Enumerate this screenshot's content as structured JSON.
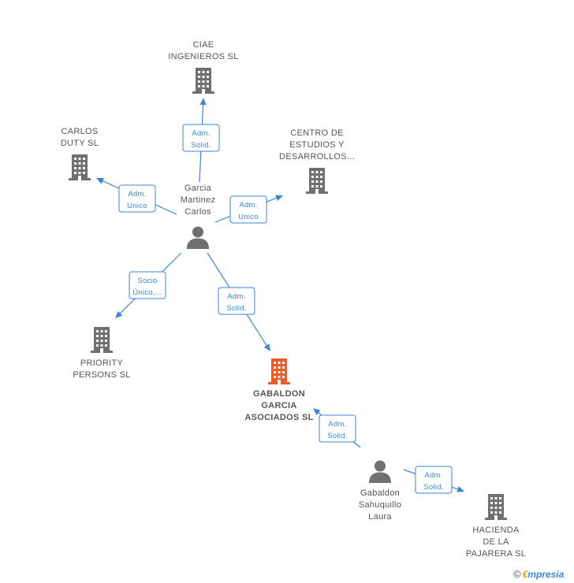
{
  "colors": {
    "accent": "#3a85d8",
    "company": "#707070",
    "highlight": "#f05a28",
    "person": "#707070",
    "text": "#555555"
  },
  "nodes": {
    "ciae": {
      "lines": [
        "CIAE",
        "INGENIEROS SL"
      ],
      "kind": "company"
    },
    "carlos": {
      "lines": [
        "CARLOS",
        "DUTY  SL"
      ],
      "kind": "company"
    },
    "centro": {
      "lines": [
        "CENTRO DE",
        "ESTUDIOS Y",
        "DESARROLLOS..."
      ],
      "kind": "company"
    },
    "garcia": {
      "lines": [
        "Garcia",
        "Martinez",
        "Carlos"
      ],
      "kind": "person"
    },
    "priority": {
      "lines": [
        "PRIORITY",
        "PERSONS SL"
      ],
      "kind": "company"
    },
    "gabaldon_sl": {
      "lines": [
        "GABALDON",
        "GARCIA",
        "ASOCIADOS SL"
      ],
      "kind": "company-main"
    },
    "laura": {
      "lines": [
        "Gabaldon",
        "Sahuquillo",
        "Laura"
      ],
      "kind": "person"
    },
    "hacienda": {
      "lines": [
        "HACIENDA",
        "DE LA",
        "PAJARERA  SL"
      ],
      "kind": "company"
    }
  },
  "edges": [
    {
      "from": "garcia",
      "to": "ciae",
      "label": [
        "Adm.",
        "Solid."
      ]
    },
    {
      "from": "garcia",
      "to": "carlos",
      "label": [
        "Adm.",
        "Unico"
      ]
    },
    {
      "from": "garcia",
      "to": "centro",
      "label": [
        "Adm.",
        "Unico"
      ]
    },
    {
      "from": "garcia",
      "to": "priority",
      "label": [
        "Socio",
        "Único,..."
      ]
    },
    {
      "from": "garcia",
      "to": "gabaldon_sl",
      "label": [
        "Adm.",
        "Solid."
      ]
    },
    {
      "from": "laura",
      "to": "gabaldon_sl",
      "label": [
        "Adm.",
        "Solid."
      ]
    },
    {
      "from": "laura",
      "to": "hacienda",
      "label": [
        "Adm.",
        "Solid."
      ]
    }
  ],
  "footer": {
    "copyright": "©",
    "brand_first": "€",
    "brand_rest": "mpresia"
  }
}
